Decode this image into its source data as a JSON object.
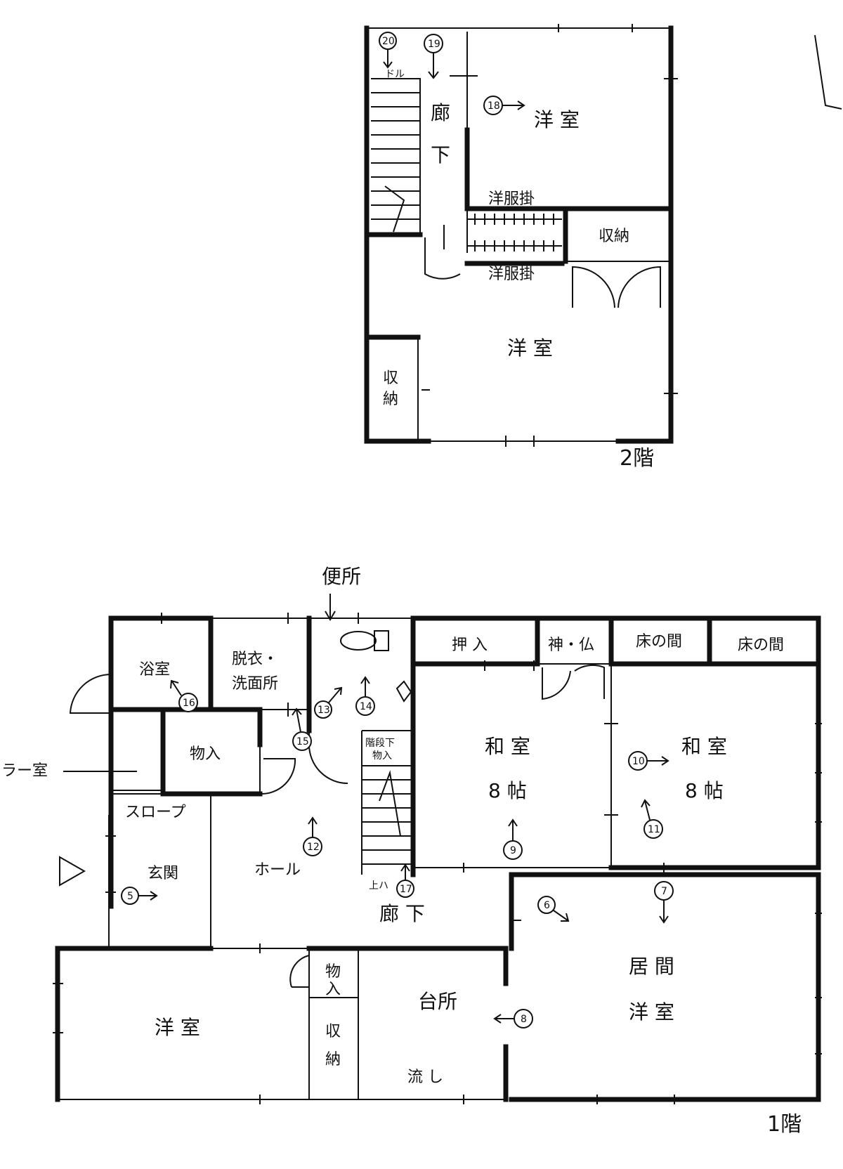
{
  "floors": {
    "second": {
      "label": "2階"
    },
    "first": {
      "label": "1階"
    }
  },
  "rooms": {
    "f2_corridor": "廊下",
    "f2_western_top": "洋 室",
    "f2_closet_top": "洋服掛",
    "f2_closet_bottom": "洋服掛",
    "f2_storage_right": "収納",
    "f2_western_bottom": "洋 室",
    "f2_storage_left": "収納",
    "f2_stair_label": "ドル",
    "toilet": "便所",
    "bath": "浴室",
    "dressing": "脱衣・洗面所",
    "storage_a": "物入",
    "parlor_prefix": "ラー室",
    "slope": "スロープ",
    "entrance": "玄関",
    "hall": "ホール",
    "under_stair": "階段下物入",
    "stair_up": "上ハ",
    "corridor1": "廊 下",
    "oshiire": "押 入",
    "kamibutsu": "神・仏",
    "tokonoma1": "床の間",
    "tokonoma2": "床の間",
    "washitsu1": "和 室",
    "washitsu1_size": "8 帖",
    "washitsu2": "和 室",
    "washitsu2_size": "8 帖",
    "living1": "居 間",
    "living2": "洋 室",
    "kitchen": "台所",
    "sink": "流 し",
    "storage_b": "物入",
    "storage_c": "収納",
    "western1": "洋 室"
  },
  "markers": [
    "5",
    "6",
    "7",
    "8",
    "9",
    "10",
    "11",
    "12",
    "13",
    "14",
    "15",
    "16",
    "17",
    "18",
    "19",
    "20"
  ],
  "colors": {
    "line": "#111111",
    "paper": "#ffffff"
  }
}
